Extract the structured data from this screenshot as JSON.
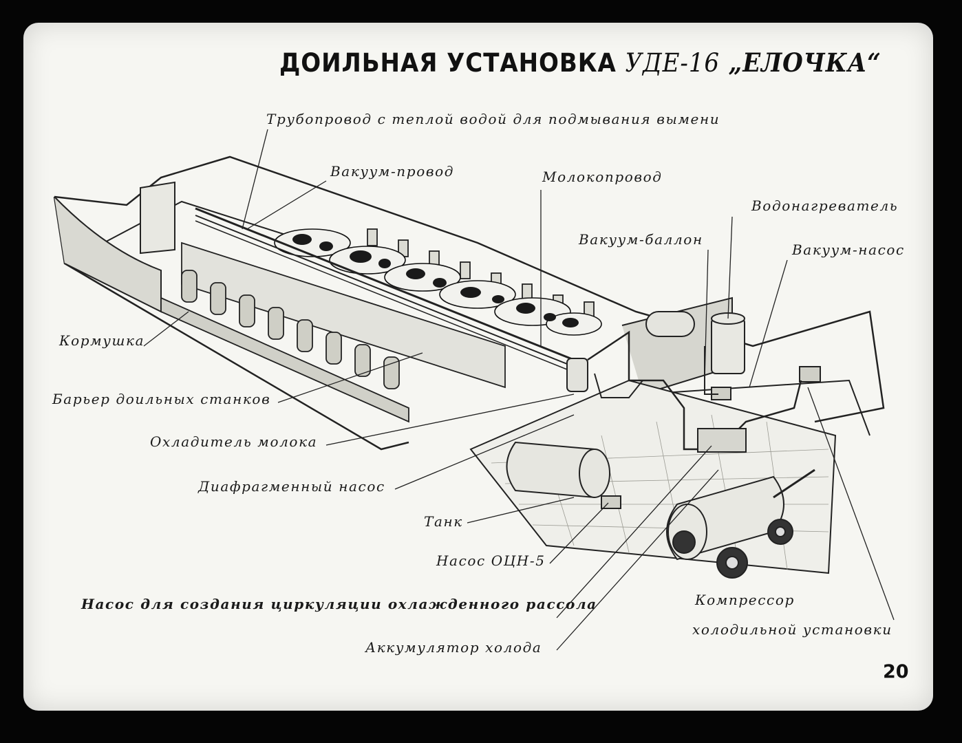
{
  "title": {
    "part1": "ДОИЛЬНАЯ УСТАНОВКА",
    "part2": "УДЕ-16",
    "part3": "„ЕЛОЧКА“"
  },
  "labels": {
    "pipeline_warm_water": "Трубопровод с теплой водой для подмывания вымени",
    "vacuum_line": "Вакуум-провод",
    "milk_line": "Молокопровод",
    "water_heater": "Водонагреватель",
    "vacuum_balloon": "Вакуум-баллон",
    "vacuum_pump": "Вакуум-насос",
    "feeder": "Кормушка",
    "stall_barrier": "Барьер доильных станков",
    "milk_cooler": "Охладитель молока",
    "diaphragm_pump": "Диафрагменный насос",
    "tank": "Танк",
    "pump_ocn5": "Насос ОЦН-5",
    "brine_pump": "Насос для создания циркуляции охлажденного рассола",
    "cold_accumulator": "Аккумулятор холода",
    "compressor_line1": "Компрессор",
    "compressor_line2": "холодильной установки"
  },
  "page_number": "20"
}
